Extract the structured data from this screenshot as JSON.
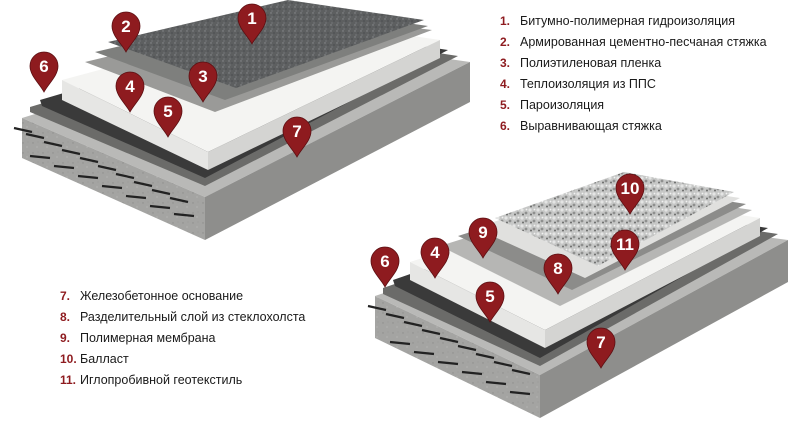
{
  "legend_top": [
    {
      "num": "1.",
      "text": "Битумно-полимерная гидроизоляция"
    },
    {
      "num": "2.",
      "text": "Армированная цементно-песчаная стяжка"
    },
    {
      "num": "3.",
      "text": "Полиэтиленовая пленка"
    },
    {
      "num": "4.",
      "text": "Теплоизоляция из ППС"
    },
    {
      "num": "5.",
      "text": "Пароизоляция"
    },
    {
      "num": "6.",
      "text": "Выравнивающая стяжка"
    }
  ],
  "legend_bottom": [
    {
      "num": "7.",
      "text": "Железобетонное основание"
    },
    {
      "num": "8.",
      "text": "Разделительный слой из стеклохолста"
    },
    {
      "num": "9.",
      "text": "Полимерная мембрана"
    },
    {
      "num": "10.",
      "text": "Балласт"
    },
    {
      "num": "11.",
      "text": "Иглопробивной геотекстиль"
    }
  ],
  "markers_top": [
    "1",
    "2",
    "3",
    "4",
    "5",
    "6",
    "7"
  ],
  "markers_bottom": [
    "10",
    "9",
    "11",
    "8",
    "4",
    "6",
    "5",
    "7"
  ],
  "colors": {
    "marker": "#8e1b1f",
    "concrete": "#a3a3a1",
    "insulation": "#f2f2f0",
    "membrane": "#3a3a3a",
    "screed": "#8a8a86",
    "bitumen": "#5d5f60",
    "ballast": "#cfd0cf"
  }
}
